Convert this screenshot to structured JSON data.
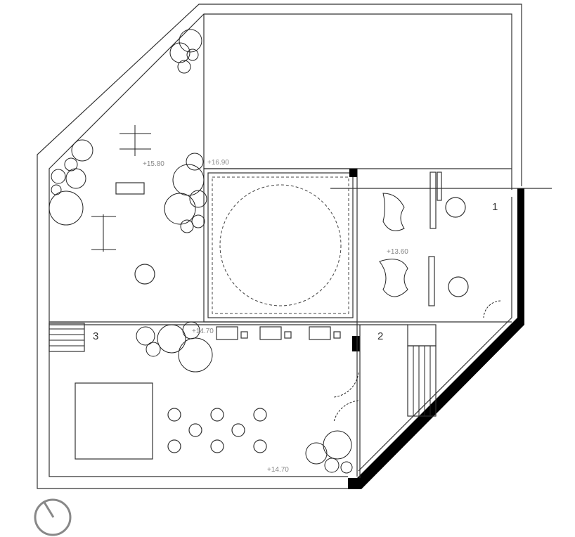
{
  "plan": {
    "levels": {
      "garden": "+15.80",
      "courtyard": "+16.90",
      "room1": "+13.60",
      "terrace_top": "+14.70",
      "terrace_bottom": "+14.70"
    },
    "rooms": {
      "room1": "1",
      "room2": "2",
      "room3": "3"
    },
    "icons": {
      "north": "north-arrow-icon"
    },
    "colors": {
      "line": "#333333",
      "level_text": "#888888",
      "wall": "#000000"
    }
  }
}
